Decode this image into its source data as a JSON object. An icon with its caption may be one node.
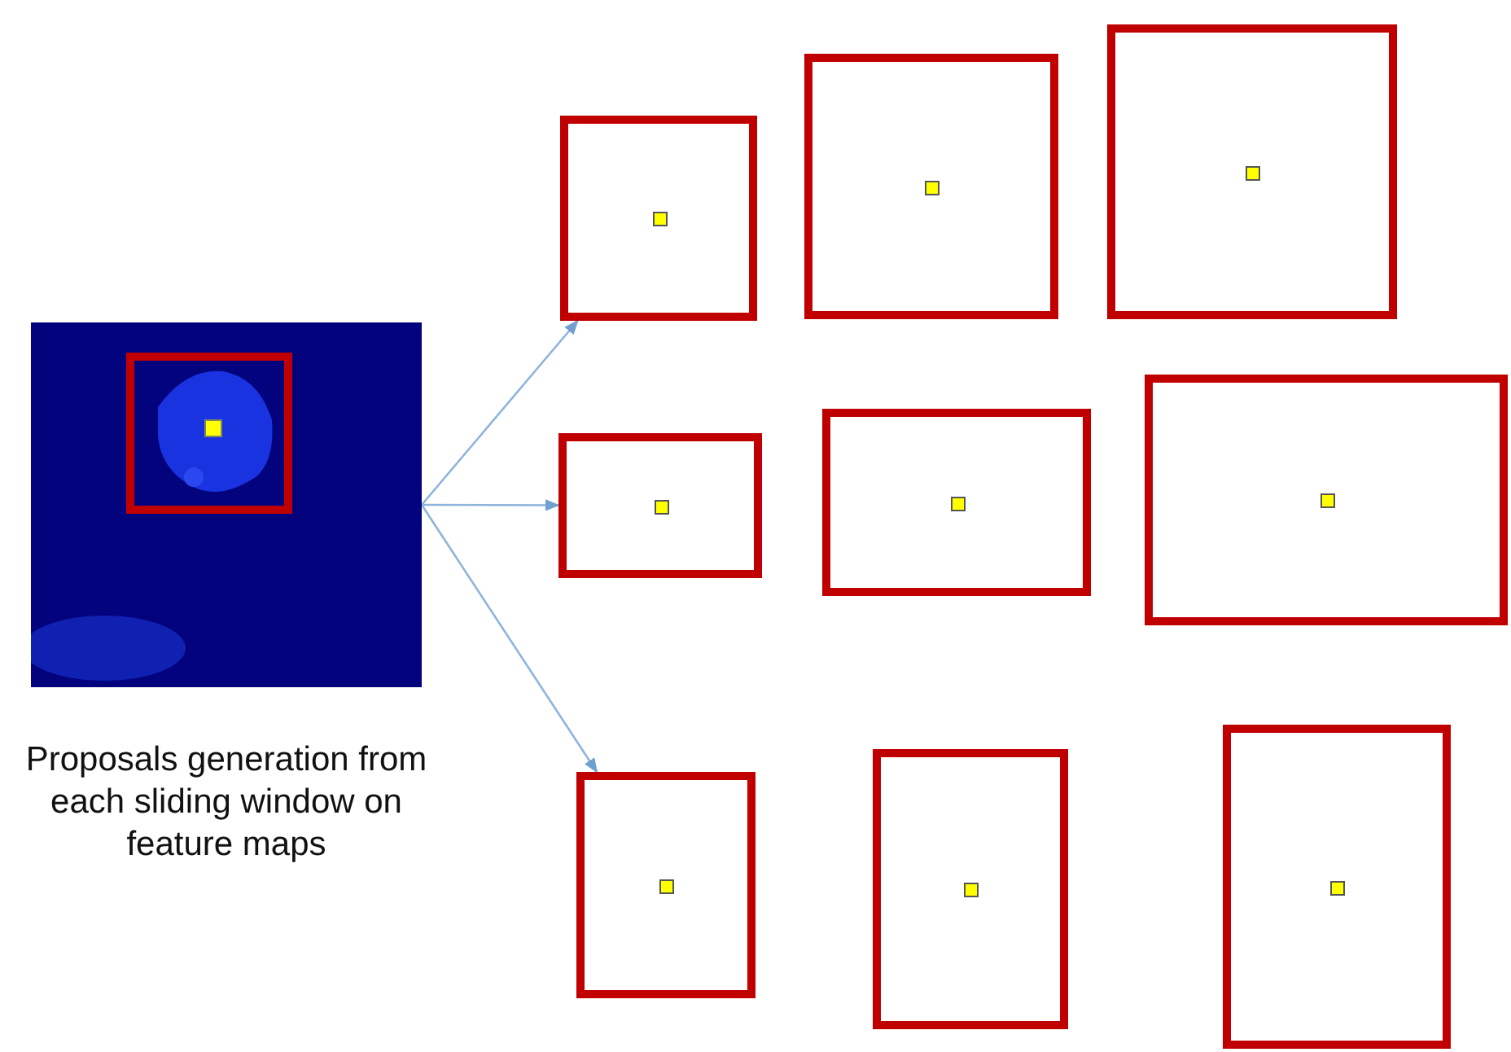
{
  "diagram": {
    "nodes": [
      {
        "text": [],
        "shape": "picture",
        "beside": [
          "Proposals generation from each sliding window on feature maps"
        ]
      },
      {
        "text": [],
        "shape": "box"
      },
      {
        "text": [],
        "shape": "box"
      },
      {
        "text": [],
        "shape": "box"
      },
      {
        "text": [],
        "shape": "box"
      },
      {
        "text": [],
        "shape": "box"
      },
      {
        "text": [],
        "shape": "box"
      },
      {
        "text": [],
        "shape": "box"
      },
      {
        "text": [],
        "shape": "box"
      },
      {
        "text": [],
        "shape": "box"
      }
    ],
    "edges": [
      {
        "from": 0,
        "to": 1,
        "arrow": "to"
      },
      {
        "from": 0,
        "to": 4,
        "arrow": "to"
      },
      {
        "from": 0,
        "to": 7,
        "arrow": "to"
      }
    ]
  }
}
